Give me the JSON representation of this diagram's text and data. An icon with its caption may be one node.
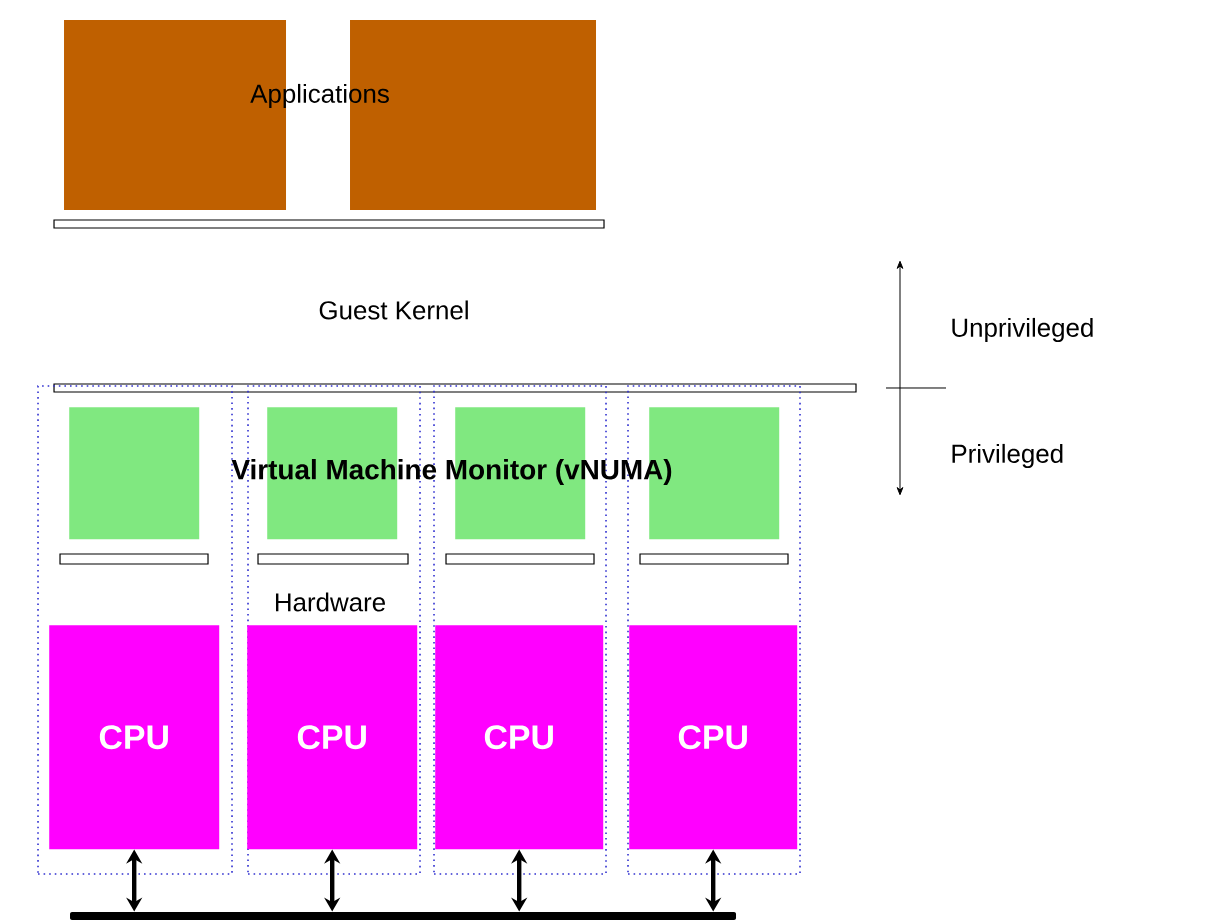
{
  "diagram": {
    "nodes": [
      {
        "text": [],
        "shape": "box"
      },
      {
        "text": [],
        "shape": "box"
      },
      {
        "text": [],
        "shape": "box"
      },
      {
        "text": [],
        "shape": "box",
        "in": 2
      },
      {
        "text": [
          "CPU"
        ],
        "in": 2
      },
      {
        "text": [],
        "shape": "box"
      },
      {
        "text": [],
        "shape": "box",
        "in": 5
      },
      {
        "text": [
          "CPU"
        ],
        "in": 5
      },
      {
        "text": [],
        "shape": "box"
      },
      {
        "text": [],
        "shape": "box",
        "in": 8
      },
      {
        "text": [
          "CPU"
        ],
        "in": 8
      },
      {
        "text": [],
        "shape": "box"
      },
      {
        "text": [],
        "shape": "box",
        "in": 11
      },
      {
        "text": [
          "CPU"
        ],
        "in": 11
      },
      {
        "text": [],
        "shape": "bar"
      }
    ],
    "edges": [
      {
        "from": 4,
        "to": 14,
        "arrow": "both"
      },
      {
        "from": 7,
        "to": 14,
        "arrow": "both"
      },
      {
        "from": 10,
        "to": 14,
        "arrow": "both"
      },
      {
        "from": 13,
        "to": 14,
        "arrow": "both"
      }
    ],
    "labels": [
      "Applications",
      "Guest Kernel",
      "Unprivileged",
      "Virtual Machine Monitor (vNUMA)",
      "Privileged",
      "Hardware"
    ]
  }
}
